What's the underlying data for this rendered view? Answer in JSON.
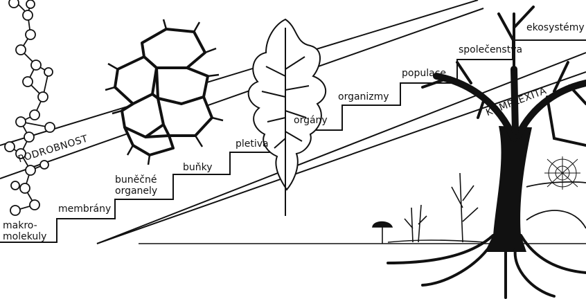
{
  "steps": [
    {
      "id": "makromolekuly",
      "lines": [
        "makro-",
        "molekuly"
      ]
    },
    {
      "id": "membrany",
      "lines": [
        "membrány"
      ]
    },
    {
      "id": "bunecne-organely",
      "lines": [
        "buněčné",
        "organely"
      ]
    },
    {
      "id": "bunky",
      "lines": [
        "buňky"
      ]
    },
    {
      "id": "pletiva",
      "lines": [
        "pletiva"
      ]
    },
    {
      "id": "organy",
      "lines": [
        "orgány"
      ]
    },
    {
      "id": "organizmy",
      "lines": [
        "organizmy"
      ]
    },
    {
      "id": "populace",
      "lines": [
        "populace"
      ]
    },
    {
      "id": "spolecenstva",
      "lines": [
        "společenstva"
      ]
    },
    {
      "id": "ekosystemy",
      "lines": [
        "ekosystémy"
      ]
    }
  ],
  "bands": {
    "detail": "PODROBNOST",
    "complexity": "KOMPLEXITA"
  },
  "colors": {
    "ink": "#111111",
    "paper": "#ffffff"
  }
}
